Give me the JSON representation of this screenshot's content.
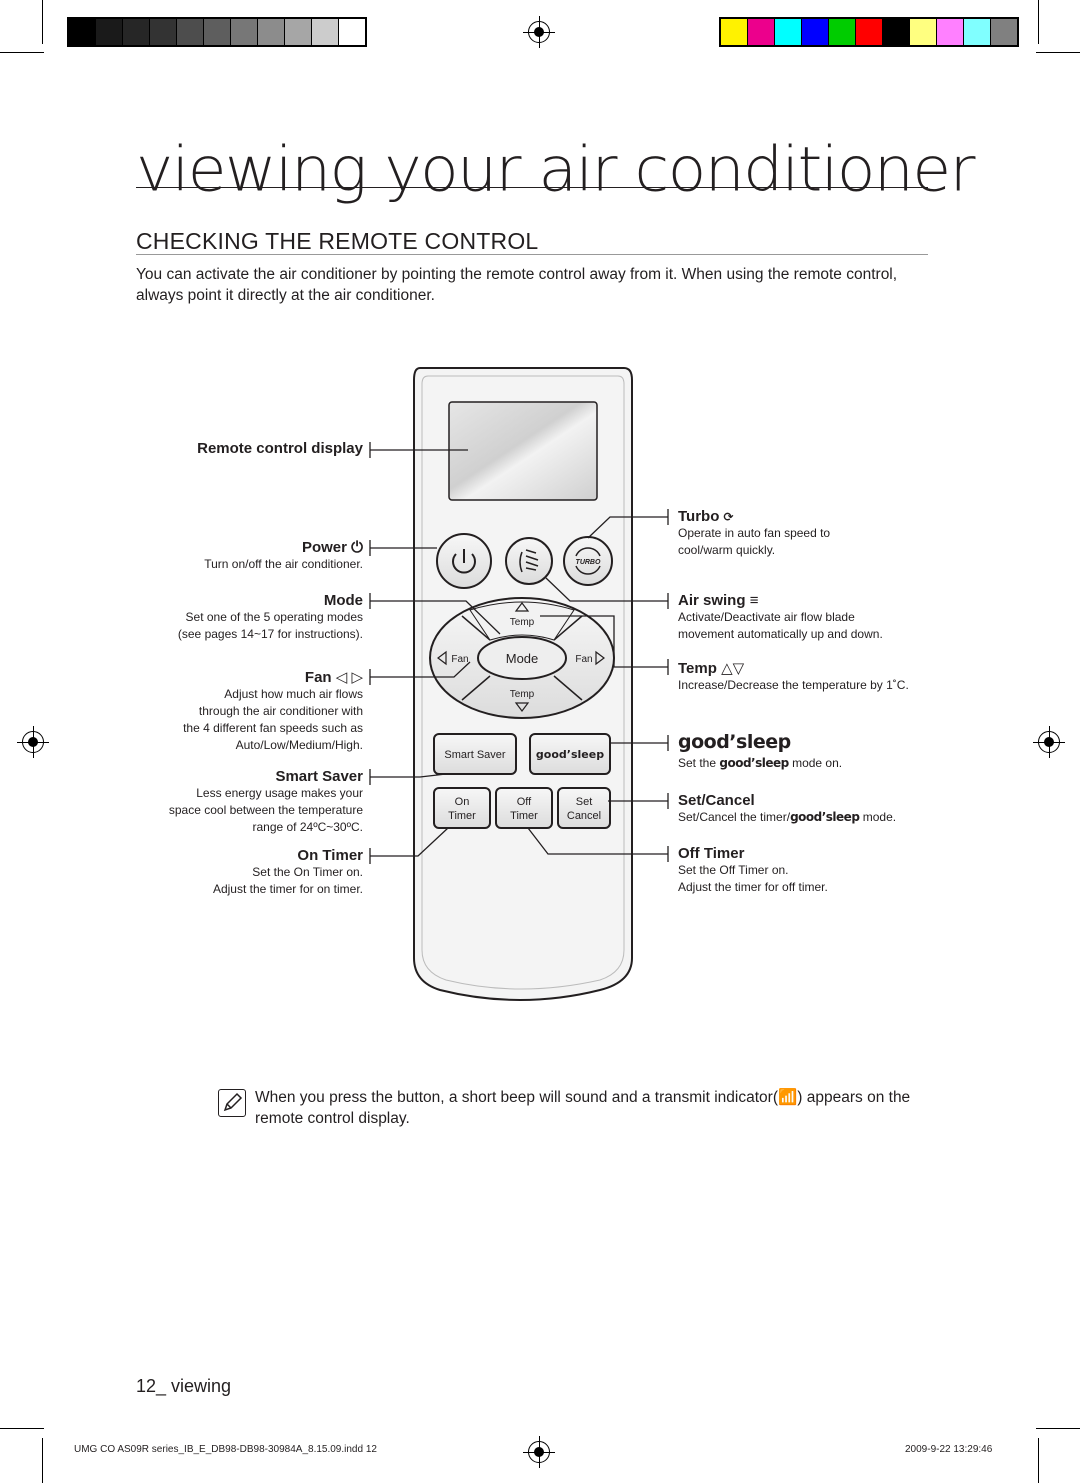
{
  "header": {
    "title": "viewing your air conditioner",
    "section": "CHECKING THE REMOTE CONTROL"
  },
  "intro": "You can activate the air conditioner by pointing the remote control away from it. When using the remote control, always point it directly at the air conditioner.",
  "remote": {
    "buttons": {
      "temp_up": "Temp",
      "temp_down": "Temp",
      "mode": "Mode",
      "fan_left": "Fan",
      "fan_right": "Fan",
      "turbo": "TURBO",
      "smart_saver": "Smart Saver",
      "good_sleep": "good’sleep",
      "on_timer_1": "On",
      "on_timer_2": "Timer",
      "off_timer_1": "Off",
      "off_timer_2": "Timer",
      "set_cancel_1": "Set",
      "set_cancel_2": "Cancel"
    }
  },
  "callouts": {
    "display": {
      "label": "Remote control display"
    },
    "power": {
      "label": "Power",
      "desc": "Turn on/off the air conditioner."
    },
    "mode": {
      "label": "Mode",
      "desc1": "Set one of the 5 operating modes",
      "desc2": "(see pages 14~17 for instructions)."
    },
    "fan": {
      "label": "Fan",
      "desc1": "Adjust how much air flows",
      "desc2": "through the air conditioner with",
      "desc3": "the 4 different fan speeds such as",
      "desc4": "Auto/Low/Medium/High."
    },
    "smart_saver": {
      "label": "Smart Saver",
      "desc1": "Less energy usage makes your",
      "desc2": "space cool between the temperature",
      "desc3": "range of 24ºC~30ºC."
    },
    "on_timer": {
      "label": "On Timer",
      "desc1": "Set the On Timer on.",
      "desc2": "Adjust the timer for on timer."
    },
    "turbo": {
      "label": "Turbo",
      "desc1": "Operate in auto fan speed to",
      "desc2": "cool/warm quickly."
    },
    "air_swing": {
      "label": "Air swing",
      "desc1": "Activate/Deactivate air flow blade",
      "desc2": "movement automatically up and down."
    },
    "temp": {
      "label": "Temp",
      "desc": "Increase/Decrease the temperature by 1˚C."
    },
    "good_sleep": {
      "label": "good’sleep",
      "desc_pre": "Set the",
      "desc_mid": "good’sleep",
      "desc_post": "mode on."
    },
    "set_cancel": {
      "label": "Set/Cancel",
      "desc_pre": "Set/Cancel the timer/",
      "desc_mid": "good’sleep",
      "desc_post": "mode."
    },
    "off_timer": {
      "label": "Off Timer",
      "desc1": "Set the Off Timer on.",
      "desc2": "Adjust the timer for off timer."
    }
  },
  "note": {
    "pre": "When you press the button, a short beep will sound and a transmit indicator(",
    "post": ") appears on the remote control display."
  },
  "footer": {
    "page": "12_ viewing",
    "file": "UMG CO AS09R series_IB_E_DB98-DB98-30984A_8.15.09.indd   12",
    "date": "2009-9-22   13:29:46"
  },
  "colors": {
    "gray_swatches": [
      "#000000",
      "#1a1a1a",
      "#262626",
      "#333333",
      "#4d4d4d",
      "#5e5e5e",
      "#777777",
      "#8c8c8c",
      "#a6a6a6",
      "#cccccc",
      "#ffffff"
    ],
    "color_swatches": [
      "#fff200",
      "#ec008c",
      "#00ffff",
      "#0000ff",
      "#00cc00",
      "#ff0000",
      "#000000",
      "#ffff80",
      "#ff80ff",
      "#80ffff",
      "#808080"
    ]
  }
}
